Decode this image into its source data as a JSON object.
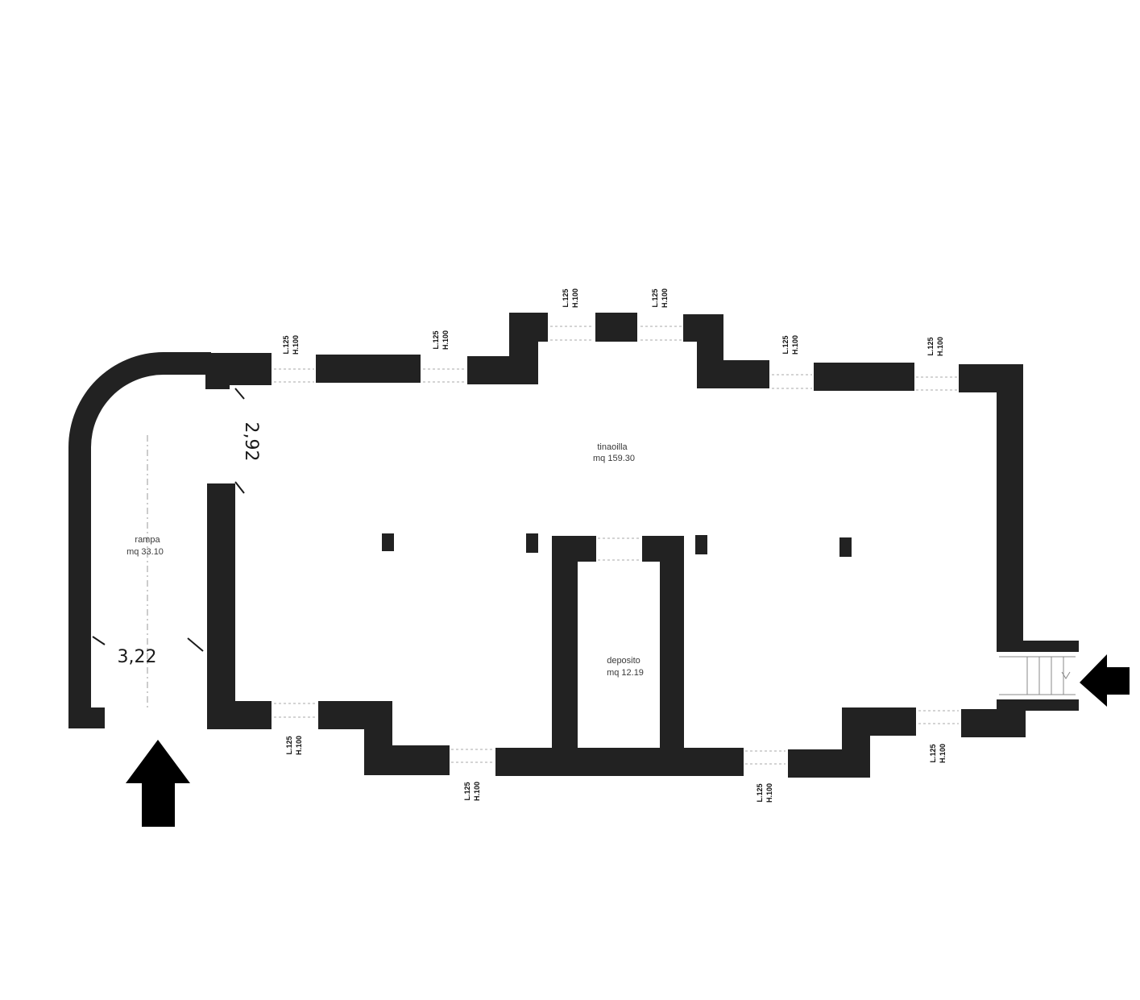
{
  "rooms": {
    "main": {
      "name": "tinaoilla",
      "area": "mq 159.30"
    },
    "ramp": {
      "name": "rampa",
      "area": "mq 33.10"
    },
    "storage": {
      "name": "deposito",
      "area": "mq 12.19"
    }
  },
  "window_label": {
    "width": "L.125",
    "height": "H.100"
  },
  "window_count": 11,
  "dimensions": {
    "ramp_opening": "2,92",
    "ramp_width": "3,22"
  },
  "colors": {
    "wall": "#222222",
    "background": "#ffffff",
    "arrow": "#000000"
  },
  "icons": [
    "entrance-arrow-up-icon",
    "entrance-arrow-left-icon"
  ]
}
